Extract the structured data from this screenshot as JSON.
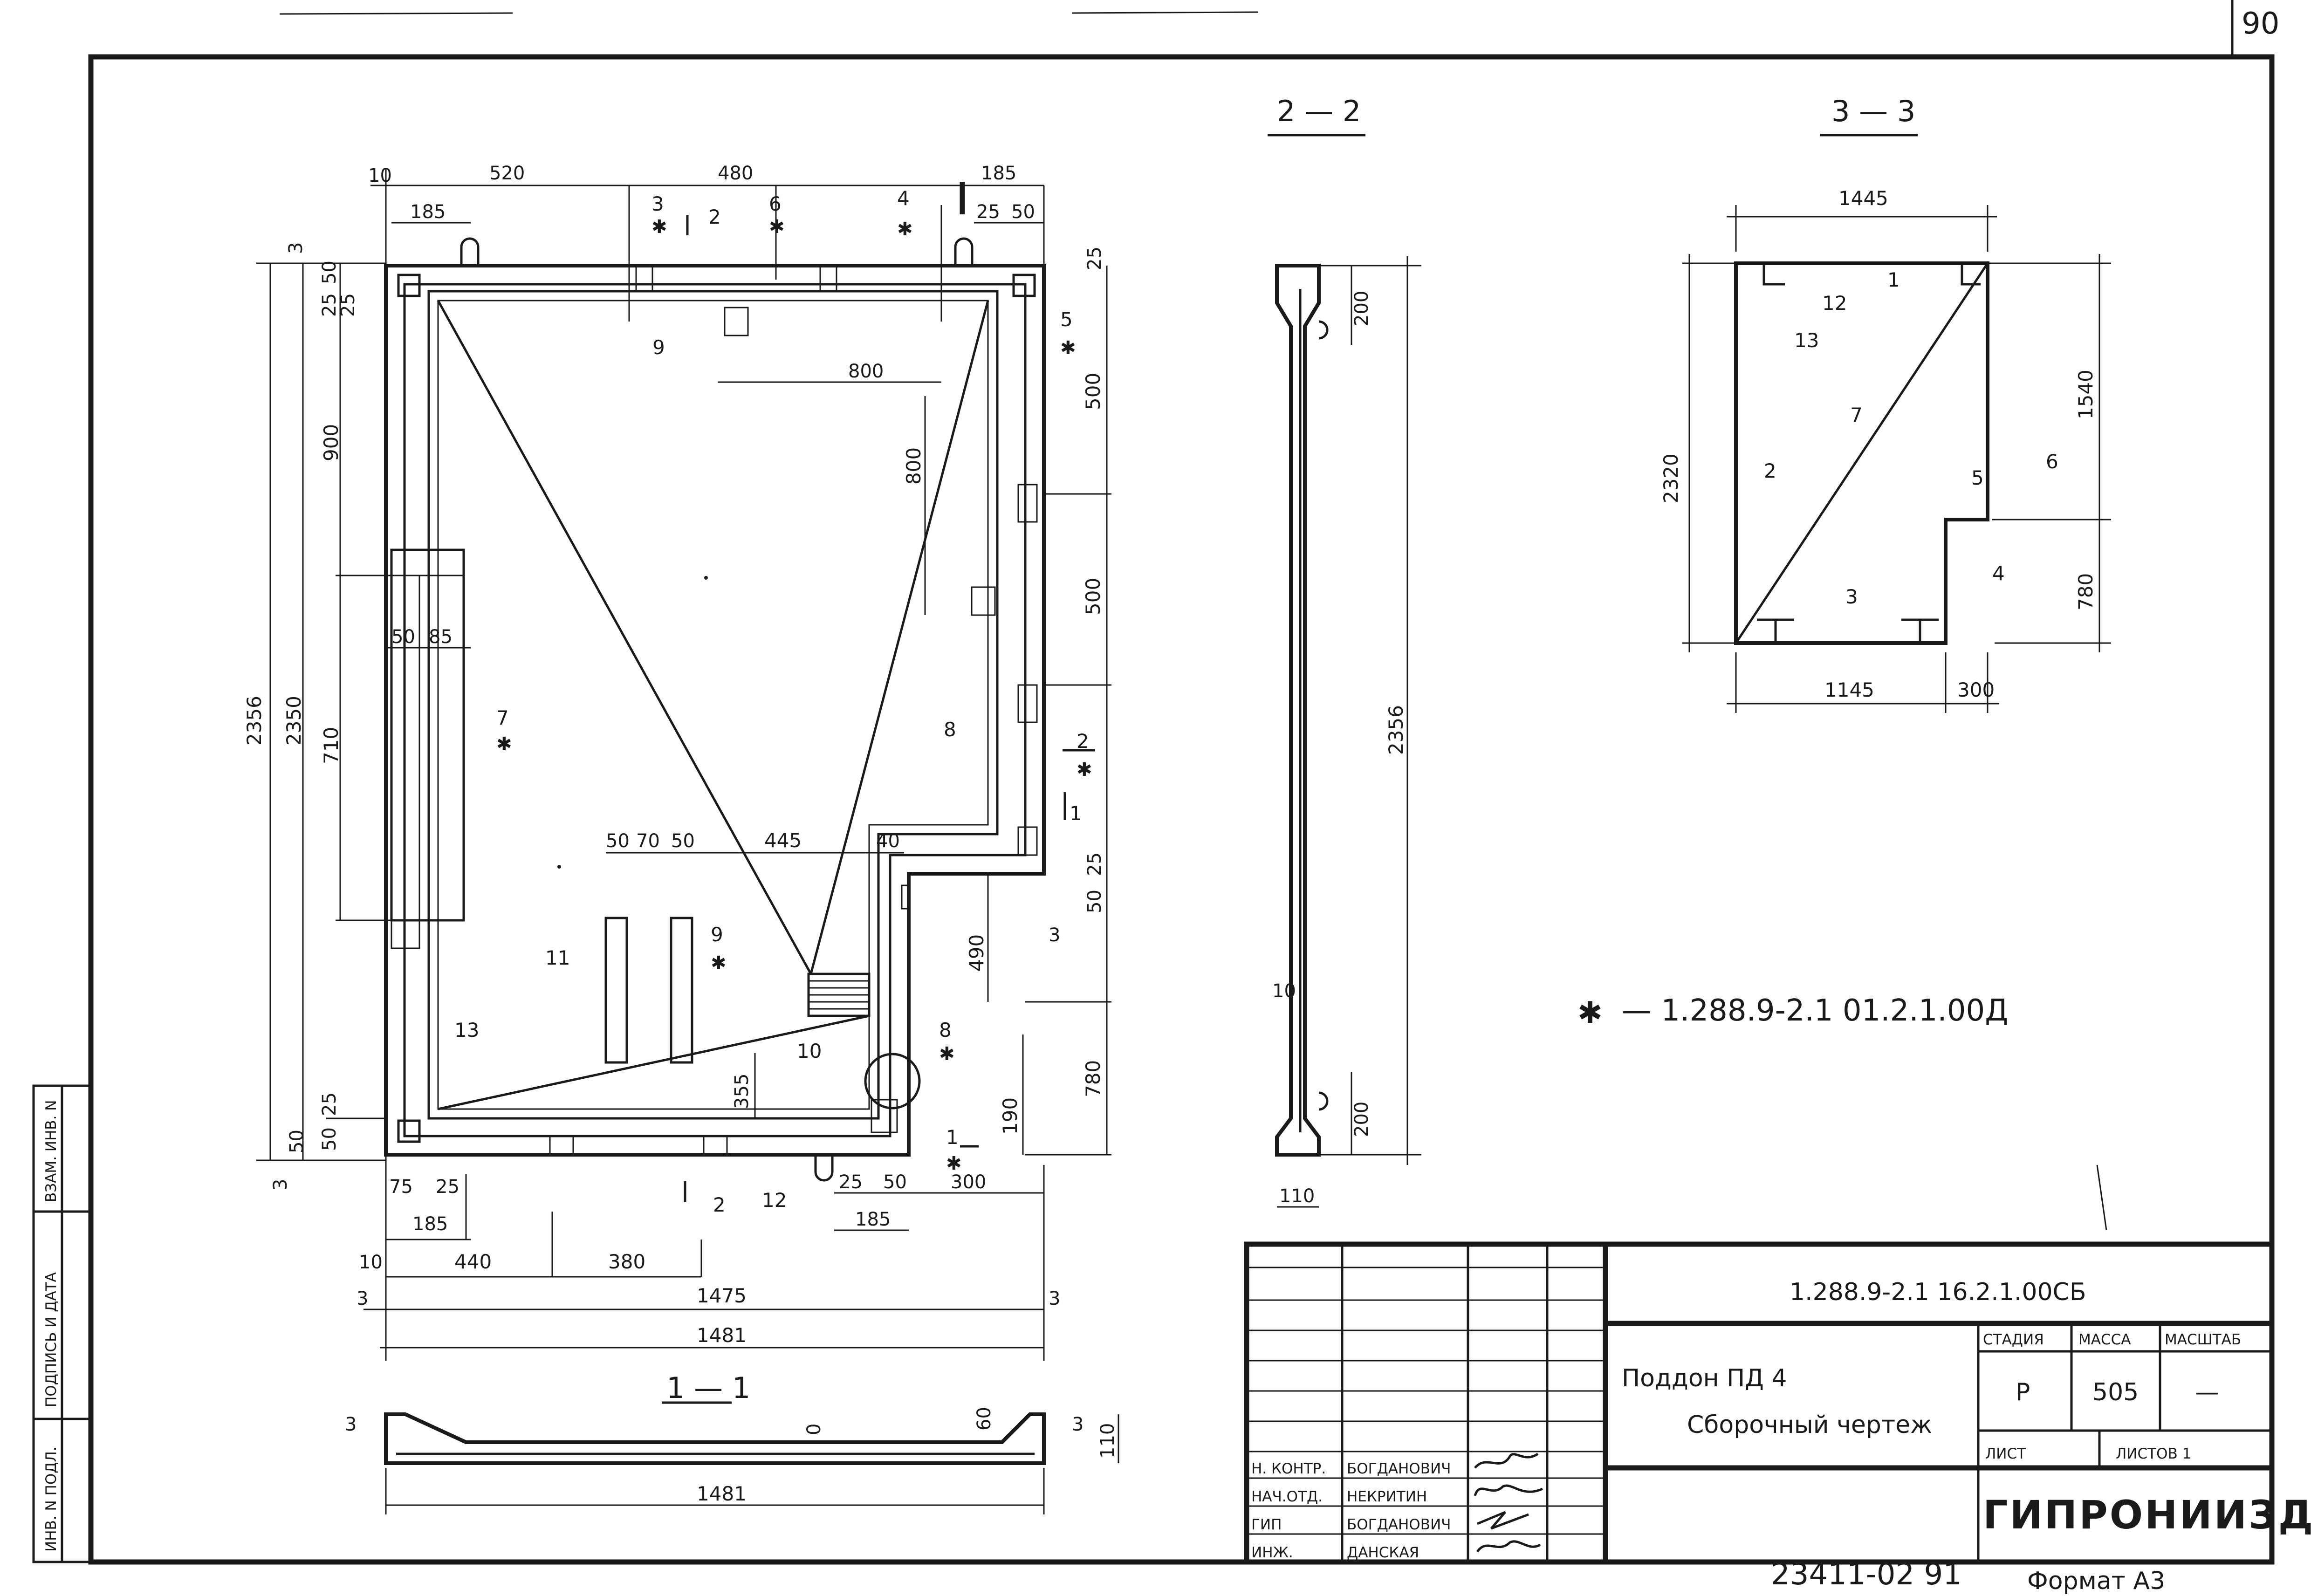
{
  "sheet": {
    "page_number": "90",
    "document_code": "1.288.9-2.1   16.2.1.00СБ",
    "bottom_number": "23411-02  91",
    "format": "Формат А3",
    "footnote_star": "✱",
    "footnote_text": "—  1.288.9-2.1    01.2.1.00Д"
  },
  "title_block": {
    "title_line1": "Поддон      ПД 4",
    "title_line2": "Сборочный  чертеж",
    "col_stage": "СТАДИЯ",
    "col_mass": "МАССА",
    "col_scale": "МАСШТАБ",
    "stage_value": "Р",
    "mass_value": "505",
    "scale_value": "—",
    "sheet_label": "ЛИСТ",
    "sheets_label": "ЛИСТОВ  1",
    "organization": "ГИПРОНИИЗДРАВ",
    "signatures": [
      {
        "role": "Н. КОНТР.",
        "name": "БОГДАНОВИЧ"
      },
      {
        "role": "НАЧ.ОТД.",
        "name": "НЕКРИТИН"
      },
      {
        "role": "ГИП",
        "name": "БОГДАНОВИЧ"
      },
      {
        "role": "ИНЖ.",
        "name": "ДАНСКАЯ"
      }
    ]
  },
  "side_stamp": {
    "inv_no": "ИНВ. N ПОДЛ.",
    "signature_date": "ПОДПИСЬ И ДАТА",
    "replace_inv": "ВЗАМ. ИНВ. N"
  },
  "sections": {
    "s11": "1 — 1",
    "s22": "2 — 2",
    "s33": "3 — 3"
  },
  "plan": {
    "top_dims": [
      "10",
      "520",
      "480",
      "185",
      "185",
      "25",
      "50"
    ],
    "top_marks": [
      "3",
      "2",
      "6",
      "4"
    ],
    "left_dims": [
      "3",
      "25",
      "50",
      "25",
      "900",
      "710",
      "2350",
      "2356",
      "50",
      "25",
      "50",
      "3"
    ],
    "right_dims": [
      "25",
      "500",
      "800",
      "500",
      "25",
      "50",
      "490",
      "780",
      "190",
      "3"
    ],
    "bottom_dims": [
      "75",
      "25",
      "185",
      "440",
      "380",
      "10",
      "3",
      "1475",
      "3",
      "1481",
      "25",
      "50",
      "185",
      "300"
    ],
    "inner_dims": [
      "800",
      "50",
      "85",
      "50",
      "70",
      "50",
      "445",
      "40",
      "355"
    ],
    "item_labels": [
      "9",
      "5",
      "7",
      "8",
      "11",
      "9",
      "10",
      "13",
      "8",
      "12",
      "2",
      "1",
      "2",
      "1"
    ]
  },
  "section11_dims": [
    "3",
    "0",
    "60",
    "3",
    "110",
    "1481"
  ],
  "section22_dims": [
    "200",
    "2356",
    "10",
    "200",
    "110"
  ],
  "section33": {
    "dims": [
      "1445",
      "2320",
      "1540",
      "780",
      "1145",
      "300"
    ],
    "labels": [
      "1",
      "12",
      "13",
      "7",
      "2",
      "5",
      "6",
      "4",
      "3"
    ]
  }
}
